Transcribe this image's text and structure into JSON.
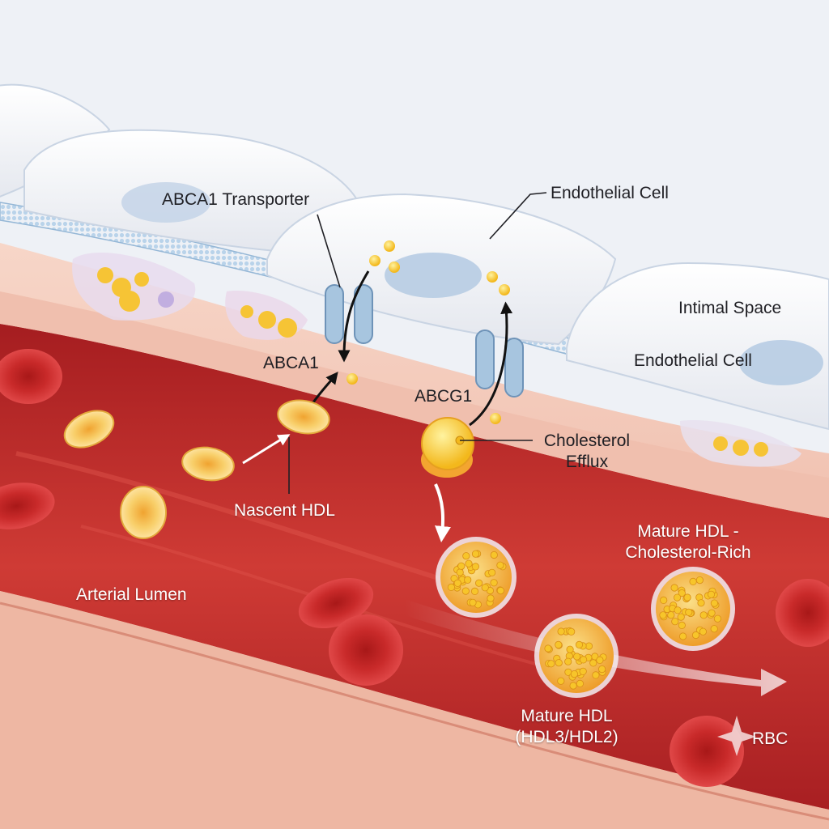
{
  "labels": {
    "abca1_transporter": "ABCA1 Transporter",
    "endothelial_cell_top": "Endothelial Cell",
    "intimal_space": "Intimal Space",
    "endothelial_cell_right": "Endothelial Cell",
    "abca1": "ABCA1",
    "abcg1": "ABCG1",
    "cholesterol_efflux": [
      "Cholesterol",
      "Efflux"
    ],
    "nascent_hdl": "Nascent HDL",
    "mature_hdl_rich": [
      "Mature HDL -",
      "Cholesterol-Rich"
    ],
    "arterial_lumen": "Arterial Lumen",
    "mature_hdl_subtypes": [
      "Mature HDL",
      "(HDL3/HDL2)"
    ],
    "rbc": "RBC"
  },
  "colors": {
    "background": "#eef1f6",
    "lumen": "#c8302e",
    "vessel_wall": "#f2c7b6",
    "endothelial_cell": "#f4f5f8",
    "nucleus": "#b7cce3",
    "membrane": "#a9c6e2",
    "transporter": "#a7c5df",
    "cholesterol": "#f4c430",
    "hdl": "#f2b53a",
    "rbc": "#c62828"
  }
}
